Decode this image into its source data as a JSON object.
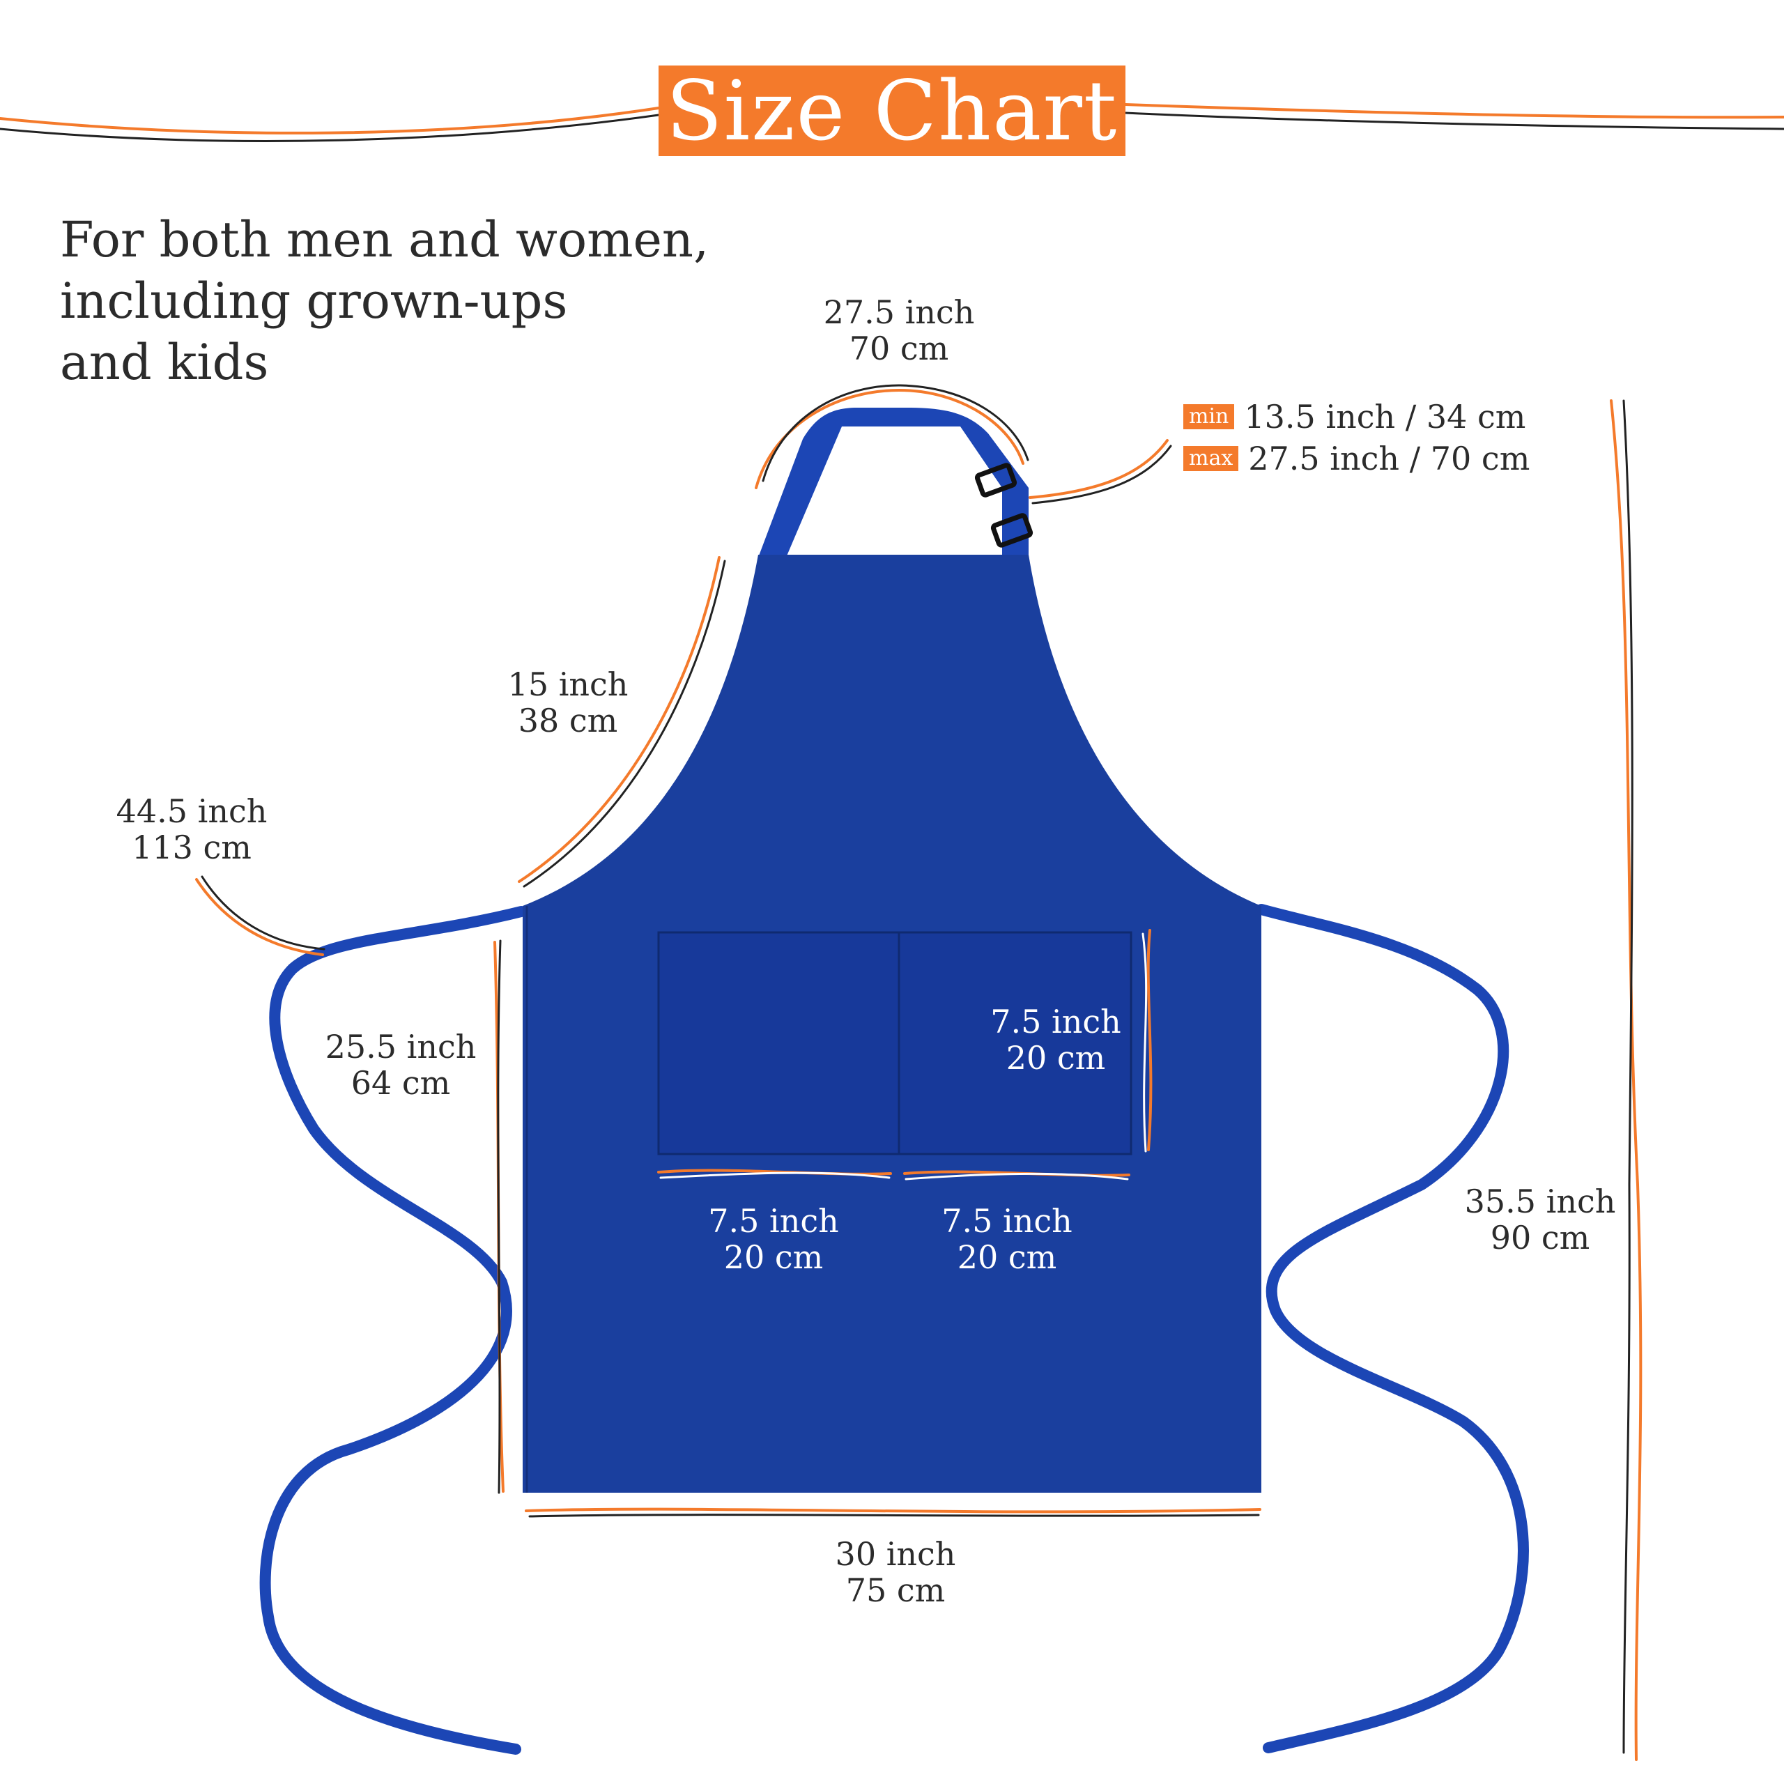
{
  "title": "Size Chart",
  "intro": [
    "For both men and women,",
    "including grown-ups",
    "and kids"
  ],
  "colors": {
    "accent": "#f47a2b",
    "apron": "#1a3f9e",
    "pocket": "#17399a",
    "tie": "#1c46b5",
    "ink": "#222222"
  },
  "measurements": {
    "neck": {
      "inch": "27.5 inch",
      "cm": "70 cm"
    },
    "neck_min": {
      "tag": "min",
      "value": "13.5 inch / 34 cm"
    },
    "neck_max": {
      "tag": "max",
      "value": "27.5 inch / 70 cm"
    },
    "armhole": {
      "inch": "15 inch",
      "cm": "38 cm"
    },
    "tie": {
      "inch": "44.5 inch",
      "cm": "113 cm"
    },
    "side": {
      "inch": "25.5 inch",
      "cm": "64 cm"
    },
    "pocket_height": {
      "inch": "7.5 inch",
      "cm": "20 cm"
    },
    "pocket_left_width": {
      "inch": "7.5 inch",
      "cm": "20 cm"
    },
    "pocket_right_width": {
      "inch": "7.5 inch",
      "cm": "20 cm"
    },
    "width": {
      "inch": "30 inch",
      "cm": "75 cm"
    },
    "length": {
      "inch": "35.5 inch",
      "cm": "90 cm"
    }
  }
}
